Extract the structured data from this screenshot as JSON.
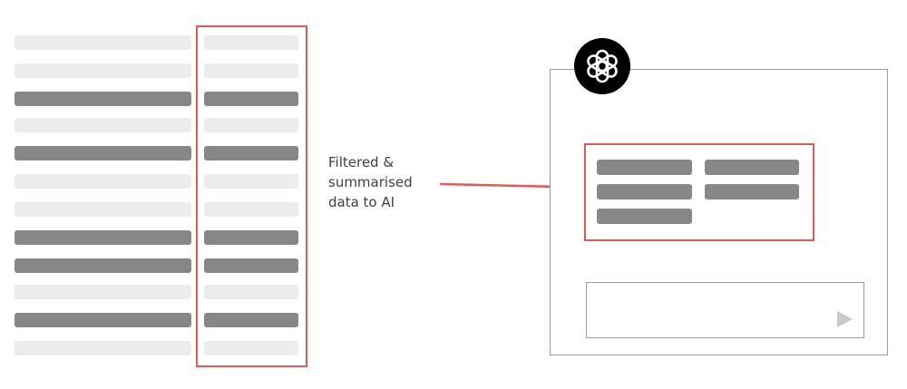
{
  "caption": {
    "text": "Filtered &\nsummarised\ndata to AI"
  },
  "colors": {
    "highlight": "#e4585a",
    "row_dark": "#878787",
    "row_light": "#ececec",
    "frame": "#9a9a9a"
  },
  "table": {
    "row_shades": [
      "light",
      "light",
      "dark",
      "light",
      "dark",
      "light",
      "light",
      "dark",
      "dark",
      "light",
      "dark",
      "light"
    ]
  },
  "ai_panel": {
    "logo_icon": "openai-logo-icon",
    "send_icon": "send-triangle-icon"
  }
}
